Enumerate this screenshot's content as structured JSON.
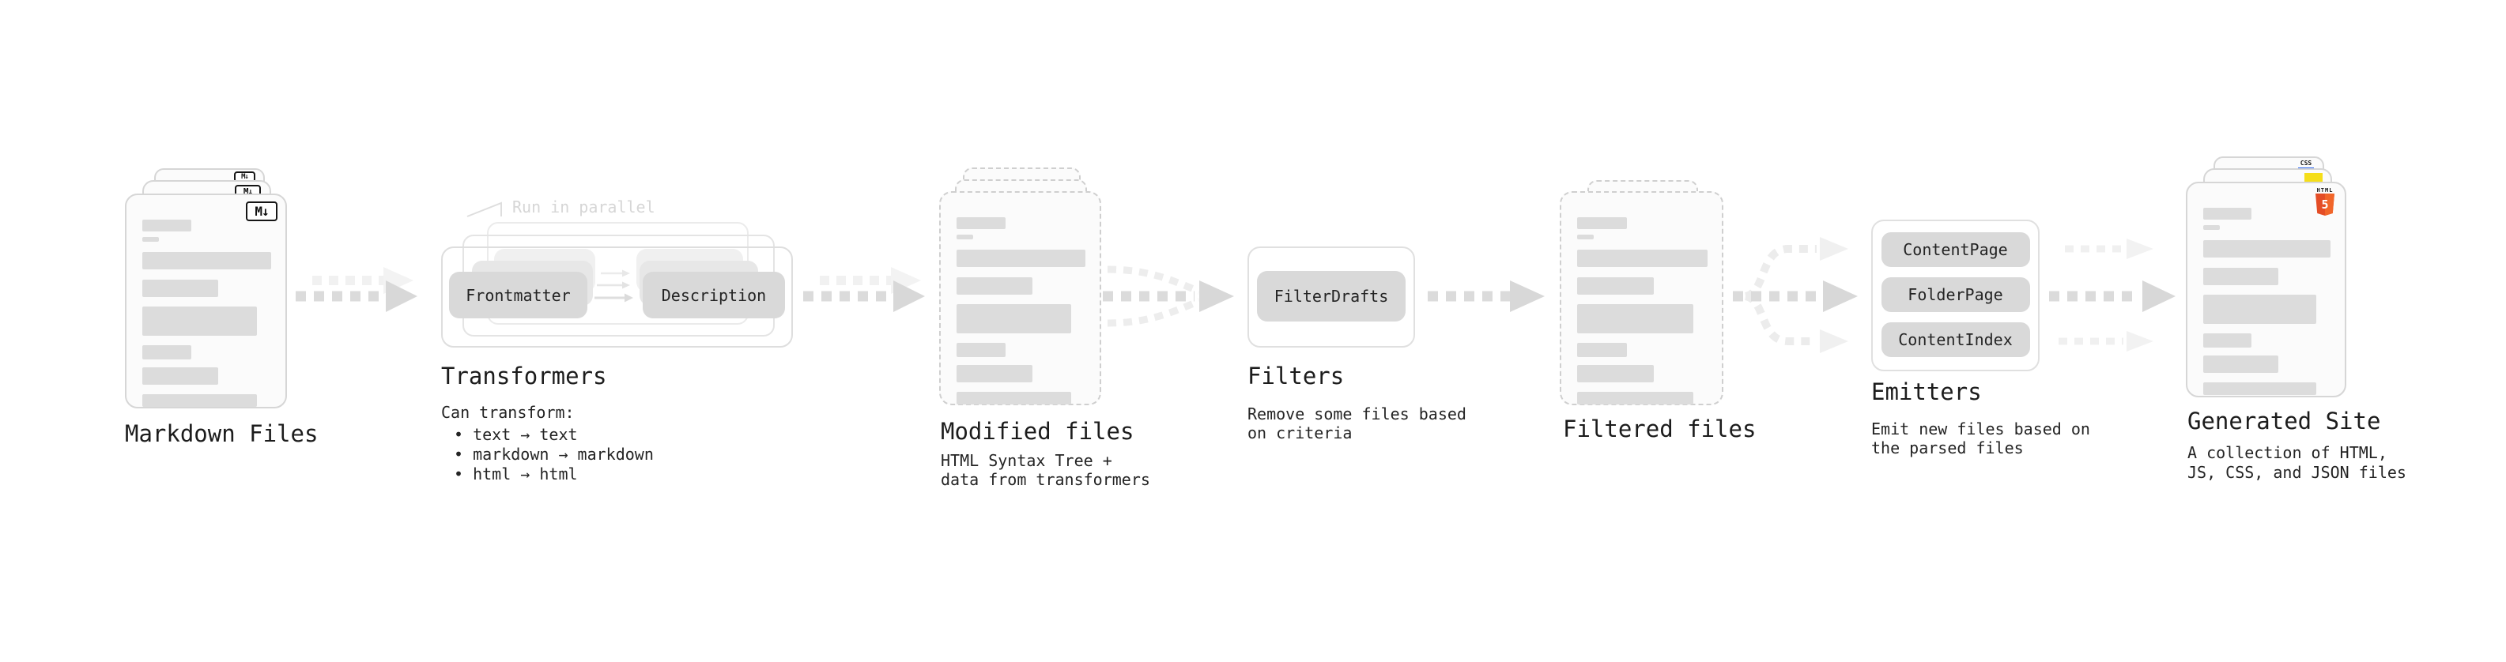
{
  "colors": {
    "arrow": "#dbdbdb",
    "arrow_faint": "#f0f0f0",
    "card_border": "#d6d6d6",
    "bar": "#dcdcdc",
    "pill_bg": "#d9d9d9",
    "annotation_gray": "#d6d6d6",
    "css_blue": "#2965f1",
    "js_yellow": "#f5de19",
    "html5_orange": "#e44d26",
    "html5_orange_light": "#f16529"
  },
  "nodes": {
    "markdown_files": {
      "label": "Markdown Files",
      "badge": "M↓"
    },
    "transformers": {
      "label": "Transformers",
      "annotation": "Run in parallel",
      "pill_left": "Frontmatter",
      "pill_right": "Description",
      "desc_title": "Can transform:",
      "bullets": [
        "text → text",
        "markdown → markdown",
        "html → html"
      ]
    },
    "modified_files": {
      "label": "Modified files",
      "desc_line1": "HTML Syntax Tree +",
      "desc_line2": "data from transformers"
    },
    "filters": {
      "label": "Filters",
      "pill": "FilterDrafts",
      "desc_line1": "Remove some files based",
      "desc_line2": "on criteria"
    },
    "filtered_files": {
      "label": "Filtered files"
    },
    "emitters": {
      "label": "Emitters",
      "pills": [
        "ContentPage",
        "FolderPage",
        "ContentIndex"
      ],
      "desc_line1": "Emit new files based on",
      "desc_line2": "the parsed files"
    },
    "generated_site": {
      "label": "Generated Site",
      "desc_line1": "A collection of HTML,",
      "desc_line2": "JS, CSS, and JSON files",
      "badge_css": "CSS",
      "badge_html_top": "HTML",
      "badge_html_num": "5"
    }
  }
}
